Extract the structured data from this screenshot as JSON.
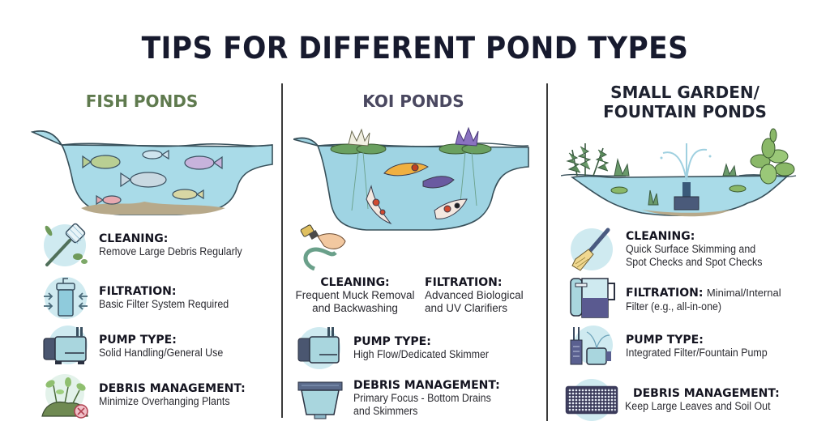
{
  "title": "TIPS FOR DIFFERENT POND TYPES",
  "colors": {
    "title": "#171a2e",
    "fish_heading": "#5f7a4e",
    "koi_heading": "#4a4860",
    "garden_heading": "#1e2230",
    "divider": "#3a3a3a",
    "water": "#a9dbe8",
    "water_dark": "#7cc4d6",
    "icon_bg": "#cfeaf0"
  },
  "columns": [
    {
      "id": "fish",
      "heading": "FISH PONDS",
      "tips": [
        {
          "icon": "net-icon",
          "label": "CLEANING:",
          "desc": "Remove Large Debris Regularly"
        },
        {
          "icon": "filter-icon",
          "label": "FILTRATION:",
          "desc": "Basic Filter System Required"
        },
        {
          "icon": "pump-icon",
          "label": "PUMP TYPE:",
          "desc": "Solid Handling/General Use"
        },
        {
          "icon": "plants-debris-icon",
          "label": "DEBRIS MANAGEMENT:",
          "desc": "Minimize Overhanging Plants"
        }
      ]
    },
    {
      "id": "koi",
      "heading": "KOI PONDS",
      "tips": [
        {
          "icon": "hose-brush-icon",
          "label": "CLEANING:",
          "desc_lines": [
            "Frequent Muck Removal",
            "and Backwashing"
          ]
        },
        {
          "icon": "none",
          "label": "FILTRATION:",
          "desc_lines": [
            "Advanced Biological",
            "and UV Clarifiers"
          ]
        },
        {
          "icon": "pump-icon",
          "label": "PUMP TYPE:",
          "desc": "High Flow/Dedicated Skimmer"
        },
        {
          "icon": "skimmer-box-icon",
          "label": "DEBRIS MANAGEMENT:",
          "desc_lines": [
            "Primary Focus - Bottom Drains",
            "and Skimmers"
          ]
        }
      ]
    },
    {
      "id": "garden",
      "heading_lines": [
        "SMALL GARDEN/",
        "FOUNTAIN PONDS"
      ],
      "tips": [
        {
          "icon": "brush-icon",
          "label": "CLEANING:",
          "desc_lines": [
            "Quick Surface Skimming and",
            "Spot Checks and Spot Checks"
          ]
        },
        {
          "icon": "all-in-one-filter-icon",
          "label": "FILTRATION:",
          "desc_inline": "Minimal/Internal",
          "desc_line2": "Filter (e.g., all-in-one)"
        },
        {
          "icon": "fountain-pump-icon",
          "label": "PUMP TYPE:",
          "desc": "Integrated Filter/Fountain Pump"
        },
        {
          "icon": "mesh-net-icon",
          "label": "DEBRIS MANAGEMENT:",
          "desc": "Keep Large Leaves and Soil Out"
        }
      ]
    }
  ]
}
